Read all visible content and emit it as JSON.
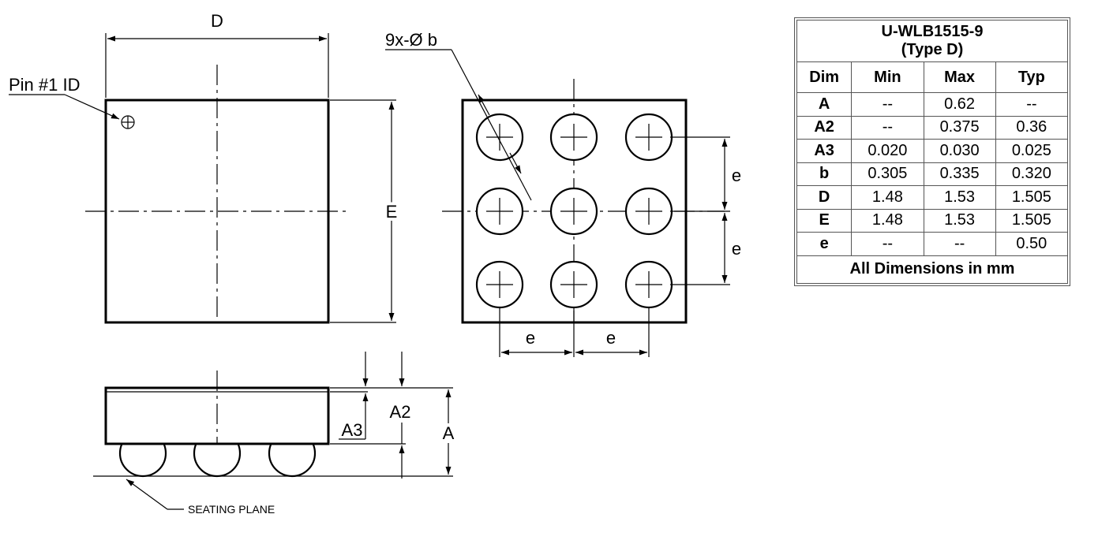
{
  "labels": {
    "top_D": "D",
    "pin1": "Pin #1  ID",
    "side_E": "E",
    "ball_dia": "9x-Ø b",
    "pitch_v1": "e",
    "pitch_v2": "e",
    "pitch_h1": "e",
    "pitch_h2": "e",
    "A3": "A3",
    "A2": "A2",
    "A": "A",
    "seating_plane": "SEATING PLANE"
  },
  "table": {
    "title_line1": "U-WLB1515-9",
    "title_line2": "(Type D)",
    "headers": [
      "Dim",
      "Min",
      "Max",
      "Typ"
    ],
    "rows": [
      [
        "A",
        "--",
        "0.62",
        "--"
      ],
      [
        "A2",
        "--",
        "0.375",
        "0.36"
      ],
      [
        "A3",
        "0.020",
        "0.030",
        "0.025"
      ],
      [
        "b",
        "0.305",
        "0.335",
        "0.320"
      ],
      [
        "D",
        "1.48",
        "1.53",
        "1.505"
      ],
      [
        "E",
        "1.48",
        "1.53",
        "1.505"
      ],
      [
        "e",
        "--",
        "--",
        "0.50"
      ]
    ],
    "footer": "All Dimensions in mm"
  }
}
